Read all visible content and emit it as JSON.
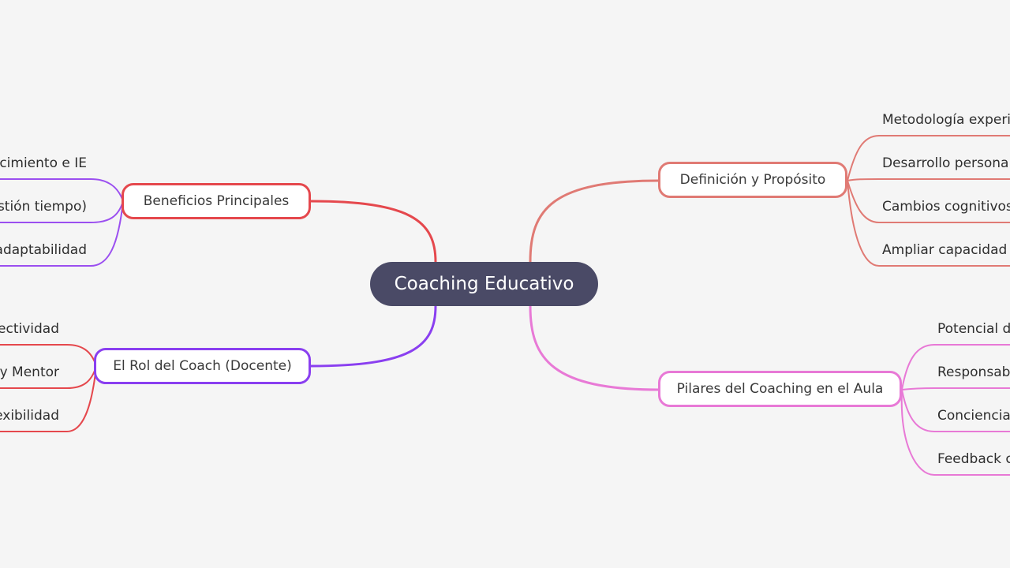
{
  "central": {
    "label": "Coaching Educativo",
    "color": "#4a4a66"
  },
  "branches": {
    "definicion": {
      "label": "Definición y Propósito",
      "color": "#e07a74",
      "children": [
        "Metodología experie",
        "Desarrollo personal",
        "Cambios cognitivos",
        "Ampliar capacidad d"
      ]
    },
    "pilares": {
      "label": "Pilares del Coaching en el Aula",
      "color": "#e879d6",
      "children": [
        "Potencial d",
        "Responsab",
        "Conciencia",
        "Feedback c"
      ]
    },
    "beneficios": {
      "label": "Beneficios Principales",
      "color": "#e5484d",
      "children": [
        "ocimiento e IE",
        "stión tiempo)",
        "adaptabilidad"
      ],
      "child_colors": [
        "#9b4ff0",
        "#9b4ff0",
        "#9b4ff0"
      ]
    },
    "rol": {
      "label": "El Rol del Coach (Docente)",
      "color": "#8a3ff0",
      "children": [
        "ectividad",
        "y Mentor",
        "exibilidad"
      ],
      "child_colors": [
        "#e5484d",
        "#e5484d",
        "#e5484d"
      ]
    }
  }
}
